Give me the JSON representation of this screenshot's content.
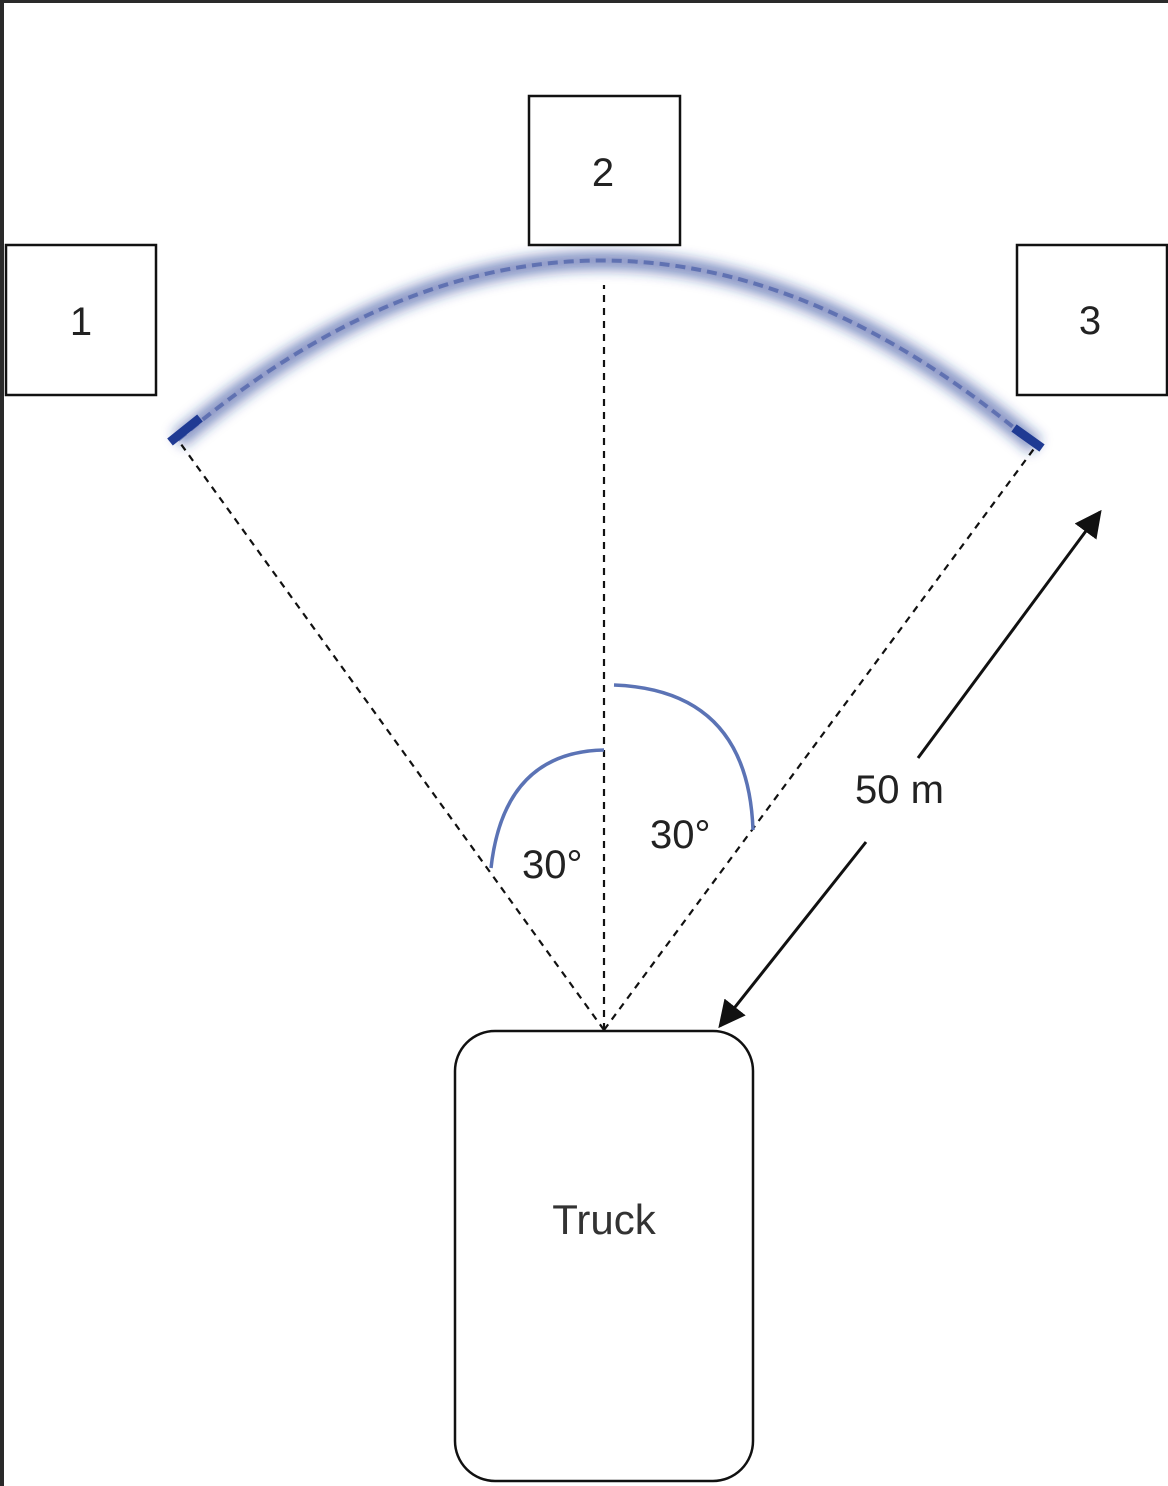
{
  "colors": {
    "arc": "#1f3a93",
    "angle_arc": "#5b73b5",
    "frame": "#2a2a2a",
    "line": "#111111"
  },
  "positions": {
    "left": {
      "label": "1"
    },
    "center": {
      "label": "2"
    },
    "right": {
      "label": "3"
    }
  },
  "angles": {
    "left_label": "30°",
    "right_label": "30°"
  },
  "distance": {
    "label": "50 m"
  },
  "truck": {
    "label": "Truck"
  }
}
